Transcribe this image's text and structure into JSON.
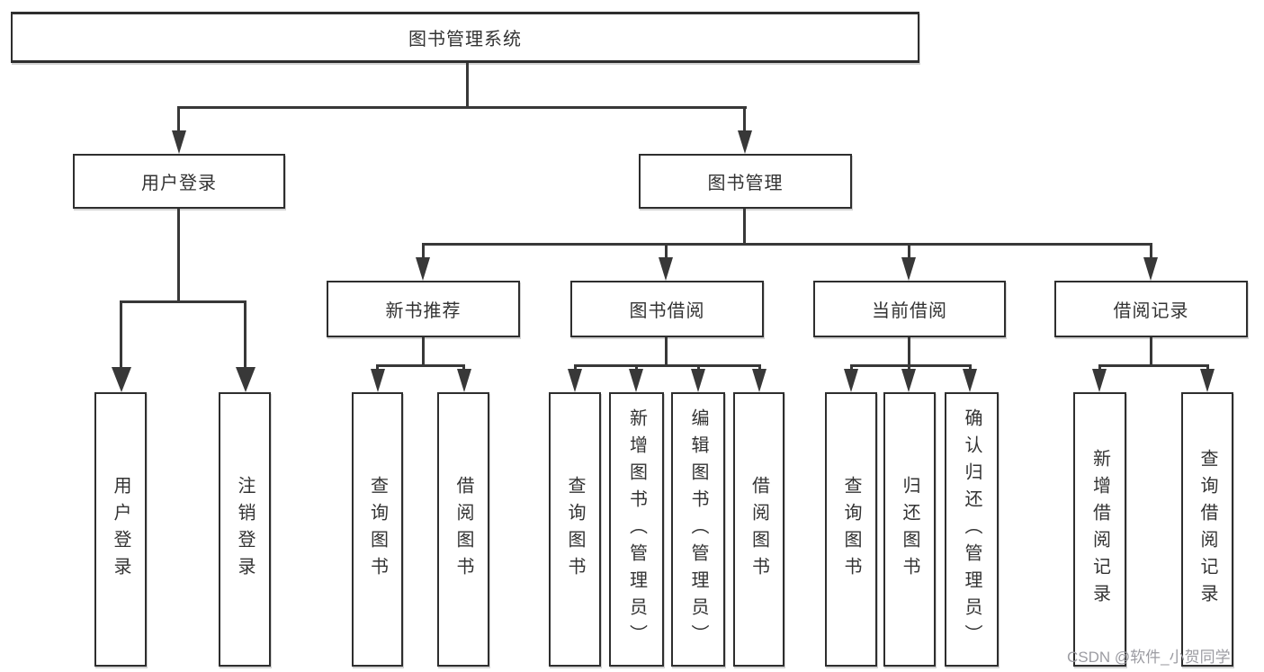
{
  "diagram_title": "图书管理系统",
  "tree": {
    "root": {
      "label": "图书管理系统"
    },
    "branches": [
      {
        "label": "用户登录",
        "children": [
          {
            "label": "用户登录"
          },
          {
            "label": "注销登录"
          }
        ]
      },
      {
        "label": "图书管理",
        "children": [
          {
            "label": "新书推荐",
            "children": [
              {
                "label": "查询图书"
              },
              {
                "label": "借阅图书"
              }
            ]
          },
          {
            "label": "图书借阅",
            "children": [
              {
                "label": "查询图书"
              },
              {
                "label": "新增图书（管理员）"
              },
              {
                "label": "编辑图书（管理员）"
              },
              {
                "label": "借阅图书"
              }
            ]
          },
          {
            "label": "当前借阅",
            "children": [
              {
                "label": "查询图书"
              },
              {
                "label": "归还图书"
              },
              {
                "label": "确认归还（管理员）"
              }
            ]
          },
          {
            "label": "借阅记录",
            "children": [
              {
                "label": "新增借阅记录"
              },
              {
                "label": "查询借阅记录"
              }
            ]
          }
        ]
      }
    ]
  },
  "watermark": {
    "text": "CSDN @软件_小贺同学",
    "color": "#9c9ca2"
  },
  "colors": {
    "line": "#383838",
    "box_border": "#2e2e2e",
    "text": "#333333",
    "background": "#ffffff"
  }
}
